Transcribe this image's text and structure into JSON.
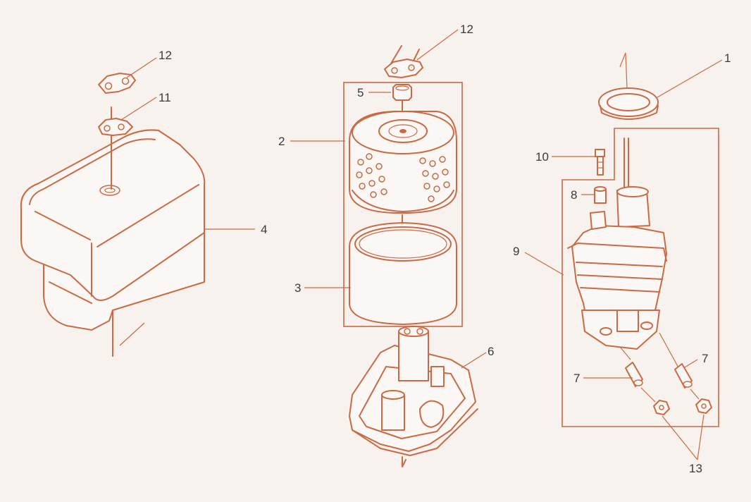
{
  "colors": {
    "line": "#c96a45",
    "background": "#f7f2ee",
    "label": "#3a3a3a"
  },
  "callouts": {
    "c1": "1",
    "c2": "2",
    "c3": "3",
    "c4": "4",
    "c5": "5",
    "c6": "6",
    "c7a": "7",
    "c7b": "7",
    "c8": "8",
    "c9": "9",
    "c10": "10",
    "c11": "11",
    "c12a": "12",
    "c12b": "12",
    "c13": "13"
  }
}
